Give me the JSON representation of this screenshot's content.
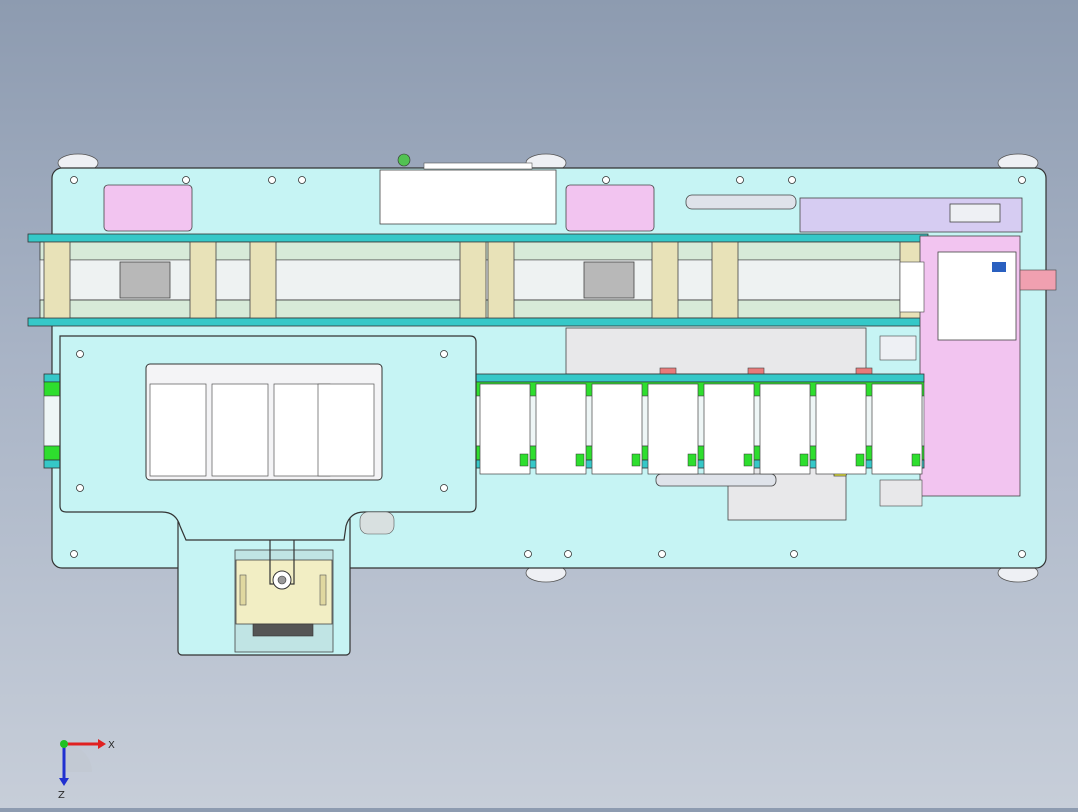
{
  "viewport": {
    "background_top": "#8d9bb0",
    "background_bottom": "#c7ced9"
  },
  "colors": {
    "base_plate": "#c6f4f4",
    "rail_teal": "#35c8c8",
    "roller_beige": "#e8e2b8",
    "roller_grey": "#b8b8b8",
    "green_belt": "#2ede2e",
    "pink_block": "#f2c4f0",
    "lavender": "#d6ccf2",
    "light_blue_panel": "#bfeef6",
    "grey_panel": "#e8e8ea",
    "cylinder": "#dfe3ea",
    "red_clamp": "#e87a7a",
    "yellow_part": "#f2f23a",
    "handle_pink": "#f2c0c0"
  },
  "triad": {
    "x_label": "X",
    "z_label": "Z",
    "x_color": "#e02020",
    "z_color": "#2030d0",
    "origin_color": "#20c020"
  },
  "stations": {
    "lower_count": 8,
    "upper_rollers": 8
  }
}
